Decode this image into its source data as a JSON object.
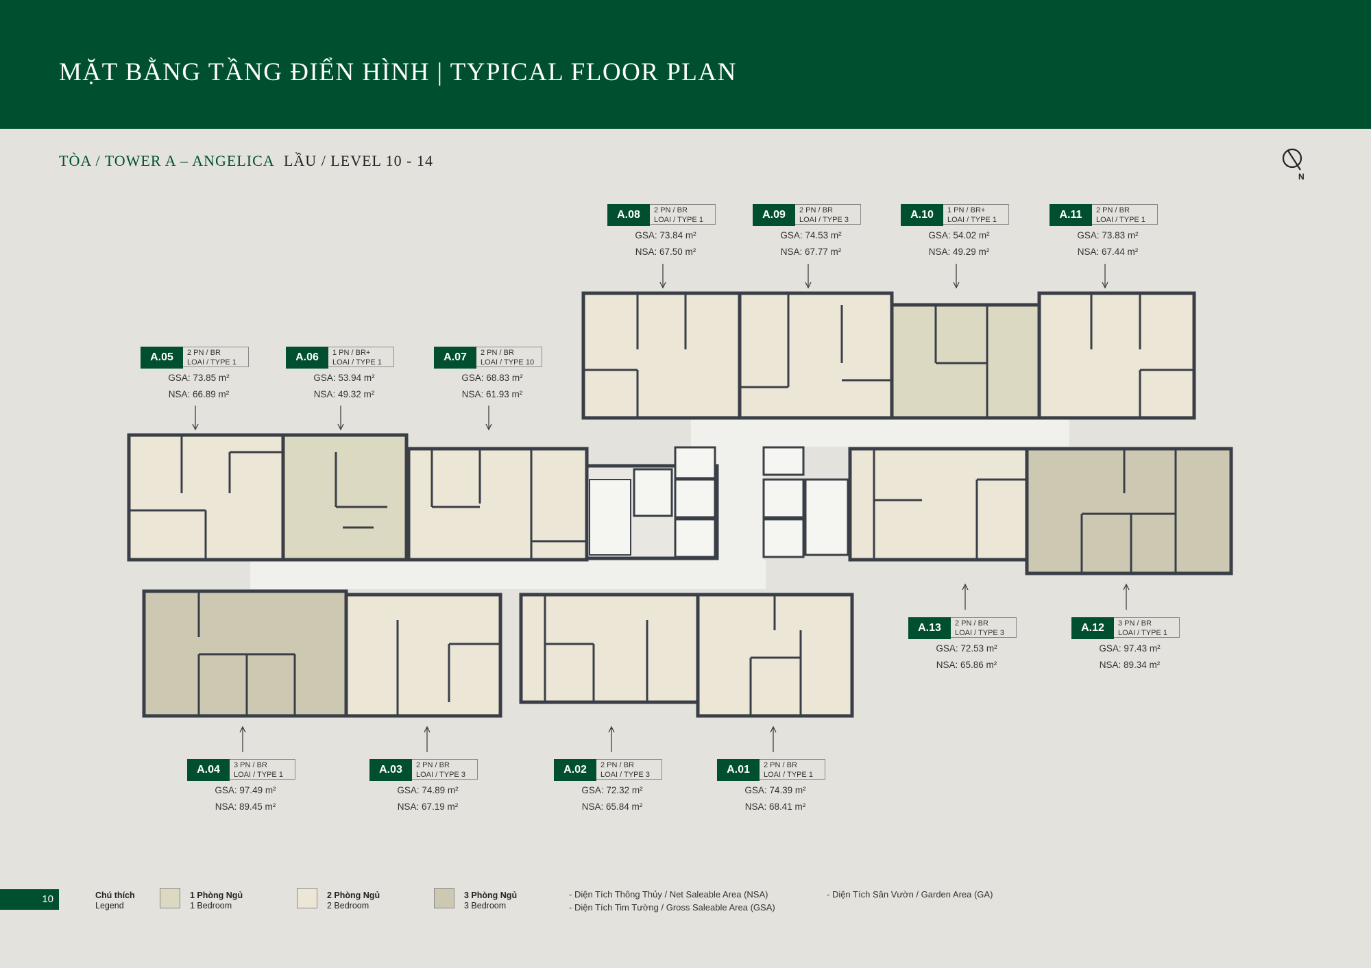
{
  "header": {
    "title": "MẶT BẰNG TẦNG ĐIỂN HÌNH | TYPICAL FLOOR PLAN"
  },
  "subtitle": {
    "tower": "TÒA / TOWER A – ANGELICA",
    "level": "LẦU / LEVEL 10 - 14"
  },
  "compass": {
    "north_label": "N"
  },
  "colors": {
    "brand_green": "#00502f",
    "background": "#e3e2dd",
    "wall": "#3a3f47",
    "one_bedroom": "#dcd9c2",
    "two_bedroom": "#ece6d6",
    "three_bedroom": "#cdc8b2",
    "corridor": "#f0f0ec"
  },
  "units": [
    {
      "code": "A.01",
      "type_line1": "2 PN / BR",
      "type_line2": "LOAI / TYPE 1",
      "gsa": "GSA: 74.39 m²",
      "nsa": "NSA: 68.41 m²"
    },
    {
      "code": "A.02",
      "type_line1": "2 PN / BR",
      "type_line2": "LOAI / TYPE 3",
      "gsa": "GSA: 72.32 m²",
      "nsa": "NSA: 65.84 m²"
    },
    {
      "code": "A.03",
      "type_line1": "2 PN / BR",
      "type_line2": "LOAI / TYPE 3",
      "gsa": "GSA: 74.89 m²",
      "nsa": "NSA: 67.19 m²"
    },
    {
      "code": "A.04",
      "type_line1": "3 PN / BR",
      "type_line2": "LOAI / TYPE 1",
      "gsa": "GSA: 97.49 m²",
      "nsa": "NSA: 89.45 m²"
    },
    {
      "code": "A.05",
      "type_line1": "2 PN / BR",
      "type_line2": "LOAI / TYPE 1",
      "gsa": "GSA: 73.85 m²",
      "nsa": "NSA: 66.89 m²"
    },
    {
      "code": "A.06",
      "type_line1": "1 PN / BR+",
      "type_line2": "LOAI / TYPE 1",
      "gsa": "GSA: 53.94 m²",
      "nsa": "NSA: 49.32 m²"
    },
    {
      "code": "A.07",
      "type_line1": "2 PN / BR",
      "type_line2": "LOAI / TYPE 10",
      "gsa": "GSA: 68.83 m²",
      "nsa": "NSA: 61.93 m²"
    },
    {
      "code": "A.08",
      "type_line1": "2 PN / BR",
      "type_line2": "LOAI / TYPE 1",
      "gsa": "GSA: 73.84 m²",
      "nsa": "NSA: 67.50 m²"
    },
    {
      "code": "A.09",
      "type_line1": "2 PN / BR",
      "type_line2": "LOAI / TYPE 3",
      "gsa": "GSA: 74.53 m²",
      "nsa": "NSA: 67.77 m²"
    },
    {
      "code": "A.10",
      "type_line1": "1 PN / BR+",
      "type_line2": "LOAI / TYPE 1",
      "gsa": "GSA: 54.02 m²",
      "nsa": "NSA: 49.29 m²"
    },
    {
      "code": "A.11",
      "type_line1": "2 PN / BR",
      "type_line2": "LOAI / TYPE 1",
      "gsa": "GSA: 73.83 m²",
      "nsa": "NSA: 67.44 m²"
    },
    {
      "code": "A.12",
      "type_line1": "3 PN / BR",
      "type_line2": "LOAI / TYPE 1",
      "gsa": "GSA: 97.43 m²",
      "nsa": "NSA: 89.34 m²"
    },
    {
      "code": "A.13",
      "type_line1": "2 PN / BR",
      "type_line2": "LOAI / TYPE 3",
      "gsa": "GSA: 72.53 m²",
      "nsa": "NSA: 65.86 m²"
    }
  ],
  "footer": {
    "page_number": "10",
    "legend_title_vi": "Chú thích",
    "legend_title_en": "Legend",
    "legend_items": [
      {
        "vi": "1 Phòng Ngủ",
        "en": "1 Bedroom"
      },
      {
        "vi": "2 Phòng Ngủ",
        "en": "2 Bedroom"
      },
      {
        "vi": "3 Phòng Ngủ",
        "en": "3 Bedroom"
      }
    ],
    "notes": [
      "- Diện Tích Thông Thủy / Net Saleable Area (NSA)",
      "- Diện Tích Tim Tường / Gross Saleable Area (GSA)",
      "- Diện Tích Sân Vườn / Garden Area (GA)"
    ]
  }
}
